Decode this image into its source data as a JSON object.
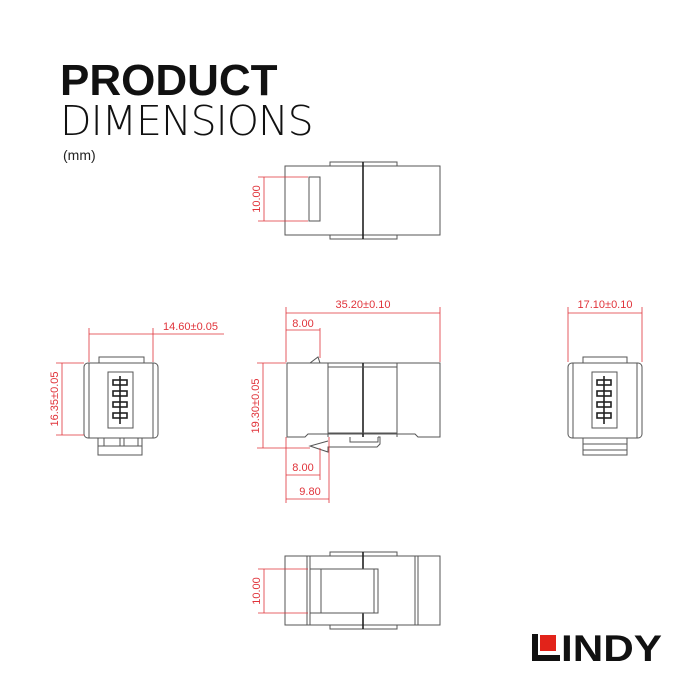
{
  "title": {
    "line1": "PRODUCT",
    "line2": "DIMENSIONS",
    "unit": "(mm)"
  },
  "dimensions": {
    "top_view_height": "10.00",
    "end_view_width": "14.60±0.05",
    "end_view_height": "16.35±0.05",
    "side_length": "35.20±0.10",
    "side_latch_top": "8.00",
    "side_height": "19.30±0.05",
    "side_latch_bottom": "8.00",
    "side_latch_offset": "9.80",
    "right_end_width": "17.10±0.10",
    "bottom_view_height": "10.00"
  },
  "brand": {
    "logo": "LINDY",
    "logo_rest": "INDY",
    "accent": "#e2231a"
  },
  "colors": {
    "dimension": "#e0333a",
    "outline": "#555555"
  }
}
